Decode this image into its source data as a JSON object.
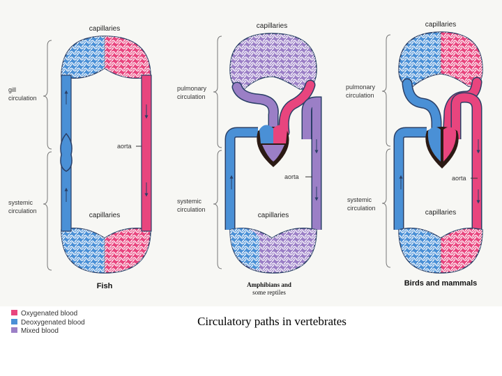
{
  "colors": {
    "oxygenated": "#e8457e",
    "deoxygenated": "#4a90d6",
    "mixed": "#9b7fc6",
    "outline": "#2a3f66",
    "heart_dark": "#2b1a14",
    "background": "#ffffff",
    "panel_bg": "#f7f7f4"
  },
  "panels": {
    "fish": {
      "title": "Fish",
      "capillaries_top": "capillaries",
      "capillaries_bottom": "capillaries",
      "gill_circulation_1": "gill",
      "gill_circulation_2": "circulation",
      "systemic_1": "systemic",
      "systemic_2": "circulation",
      "aorta": "aorta"
    },
    "amphibians": {
      "title_1": "Amphibians and",
      "title_2": "some reptiles",
      "capillaries_top": "capillaries",
      "capillaries_bottom": "capillaries",
      "pulmonary_1": "pulmonary",
      "pulmonary_2": "circulation",
      "systemic_1": "systemic",
      "systemic_2": "circulation",
      "aorta": "aorta"
    },
    "birds": {
      "title": "Birds and mammals",
      "capillaries_top": "capillaries",
      "capillaries_bottom": "capillaries",
      "pulmonary_1": "pulmonary",
      "pulmonary_2": "circulation",
      "systemic_1": "systemic",
      "systemic_2": "circulation",
      "aorta": "aorta"
    }
  },
  "legend": {
    "oxygenated": "Oxygenated blood",
    "deoxygenated": "Deoxygenated blood",
    "mixed": "Mixed blood"
  },
  "caption": "Circulatory paths in vertebrates"
}
